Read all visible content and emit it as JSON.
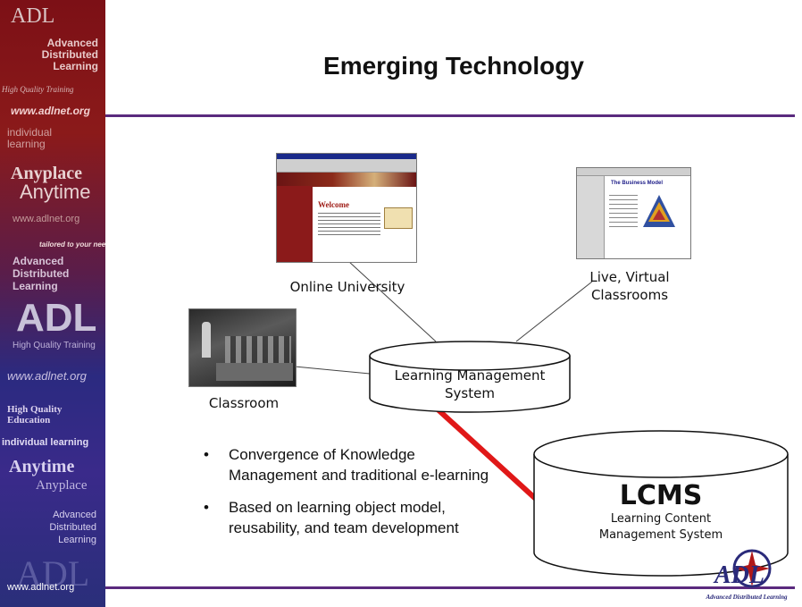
{
  "sidebar": {
    "adl_top": "ADL",
    "advanced_1": "Advanced",
    "distributed_1": "Distributed",
    "learning_1": "Learning",
    "high_quality_1": "High Quality Training",
    "www_1": "www.adlnet.org",
    "individual_1": "individual",
    "learning_lower_1": "learning",
    "anyplace_1": "Anyplace",
    "anytime_1": "Anytime",
    "www_2": "www.adlnet.org",
    "tailored": "tailored to your needs",
    "advanced_2": "Advanced",
    "distributed_2": "Distributed",
    "learning_2": "Learning",
    "adl_big": "ADL",
    "high_quality_2": "High Quality Training",
    "www_3": "www.adlnet.org",
    "hq_education_1": "High Quality",
    "hq_education_2": "Education",
    "individual_learning": "individual learning",
    "anytime_2": "Anytime",
    "anyplace_2": "Anyplace",
    "advanced_3": "Advanced",
    "distributed_3": "Distributed",
    "learning_3": "Learning",
    "adl_bottom": "ADL",
    "www_bottom": "www.adlnet.org"
  },
  "title": "Emerging Technology",
  "diagram": {
    "online_university": "Online University",
    "live_virtual_1": "Live, Virtual",
    "live_virtual_2": "Classrooms",
    "classroom": "Classroom",
    "lms_1": "Learning Management",
    "lms_2": "System",
    "lcms_title": "LCMS",
    "lcms_1": "Learning Content",
    "lcms_2": "Management System"
  },
  "bullets": [
    "Convergence of Knowledge Management and traditional e-learning",
    "Based on learning object model, reusability, and team development"
  ],
  "screens": {
    "welcome": "Welcome",
    "business_model": "The Business Model"
  },
  "logo": {
    "text": "ADL",
    "tagline": "Advanced Distributed Learning"
  },
  "colors": {
    "rule": "#5a2a7e",
    "connector_red": "#e01818"
  }
}
